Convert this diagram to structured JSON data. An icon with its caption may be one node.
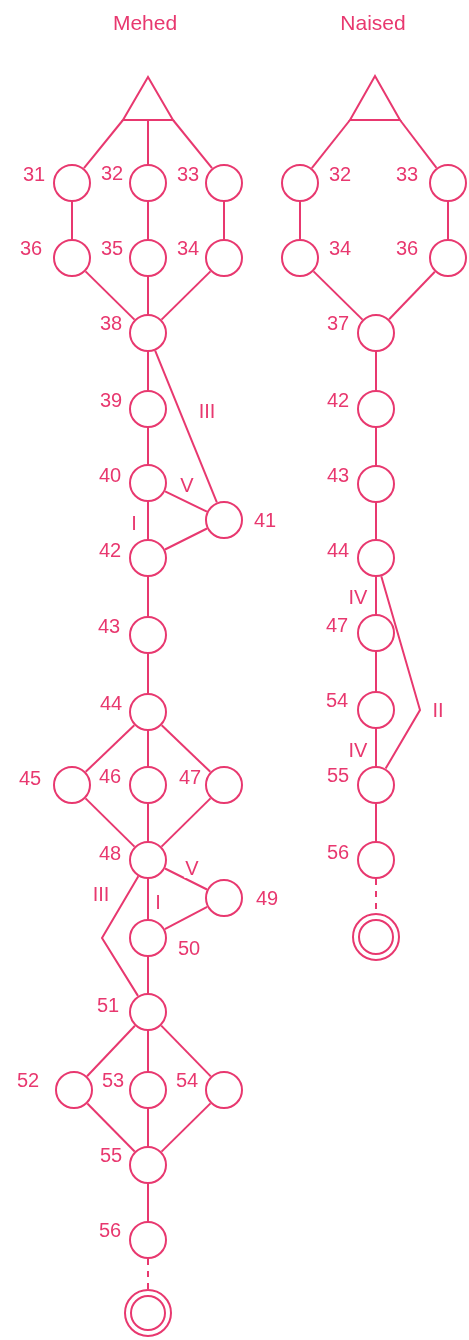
{
  "diagram": {
    "nodes": [
      {
        "text": [],
        "shape": "triangle"
      },
      {
        "text": [],
        "shape": "circle",
        "beside": [
          "31"
        ]
      },
      {
        "text": [],
        "shape": "circle",
        "beside": [
          "32"
        ]
      },
      {
        "text": [],
        "shape": "circle",
        "beside": [
          "33"
        ]
      },
      {
        "text": [],
        "shape": "circle",
        "beside": [
          "36"
        ]
      },
      {
        "text": [],
        "shape": "circle",
        "beside": [
          "35"
        ]
      },
      {
        "text": [],
        "shape": "circle",
        "beside": [
          "34"
        ]
      },
      {
        "text": [],
        "shape": "circle",
        "beside": [
          "38"
        ]
      },
      {
        "text": [],
        "shape": "circle",
        "beside": [
          "39"
        ]
      },
      {
        "text": [],
        "shape": "circle",
        "beside": [
          "40"
        ]
      },
      {
        "text": [],
        "shape": "circle",
        "beside": [
          "41"
        ]
      },
      {
        "text": [],
        "shape": "circle",
        "beside": [
          "42"
        ]
      },
      {
        "text": [],
        "shape": "circle",
        "beside": [
          "43"
        ]
      },
      {
        "text": [],
        "shape": "circle",
        "beside": [
          "44"
        ]
      },
      {
        "text": [],
        "shape": "circle",
        "beside": [
          "45"
        ]
      },
      {
        "text": [],
        "shape": "circle",
        "beside": [
          "46"
        ]
      },
      {
        "text": [],
        "shape": "circle",
        "beside": [
          "47"
        ]
      },
      {
        "text": [],
        "shape": "circle",
        "beside": [
          "48"
        ]
      },
      {
        "text": [],
        "shape": "circle",
        "beside": [
          "49"
        ]
      },
      {
        "text": [],
        "shape": "circle",
        "beside": [
          "50"
        ]
      },
      {
        "text": [],
        "shape": "circle",
        "beside": [
          "51"
        ]
      },
      {
        "text": [],
        "shape": "circle",
        "beside": [
          "52"
        ]
      },
      {
        "text": [],
        "shape": "circle",
        "beside": [
          "53"
        ]
      },
      {
        "text": [],
        "shape": "circle",
        "beside": [
          "54"
        ]
      },
      {
        "text": [],
        "shape": "circle",
        "beside": [
          "55"
        ]
      },
      {
        "text": [],
        "shape": "circle",
        "beside": [
          "56"
        ]
      },
      {
        "text": [],
        "shape": "double-circle"
      },
      {
        "text": [],
        "shape": "triangle"
      },
      {
        "text": [],
        "shape": "circle",
        "beside": [
          "32"
        ]
      },
      {
        "text": [],
        "shape": "circle",
        "beside": [
          "33"
        ]
      },
      {
        "text": [],
        "shape": "circle",
        "beside": [
          "34"
        ]
      },
      {
        "text": [],
        "shape": "circle",
        "beside": [
          "36"
        ]
      },
      {
        "text": [],
        "shape": "circle",
        "beside": [
          "37"
        ]
      },
      {
        "text": [],
        "shape": "circle",
        "beside": [
          "42"
        ]
      },
      {
        "text": [],
        "shape": "circle",
        "beside": [
          "43"
        ]
      },
      {
        "text": [],
        "shape": "circle",
        "beside": [
          "44"
        ]
      },
      {
        "text": [],
        "shape": "circle",
        "beside": [
          "47"
        ]
      },
      {
        "text": [],
        "shape": "circle",
        "beside": [
          "54"
        ]
      },
      {
        "text": [],
        "shape": "circle",
        "beside": [
          "55"
        ]
      },
      {
        "text": [],
        "shape": "circle",
        "beside": [
          "56"
        ]
      },
      {
        "text": [],
        "shape": "double-circle"
      }
    ],
    "edges": [
      {
        "from": 0,
        "to": 1,
        "arrow": "none"
      },
      {
        "from": 0,
        "to": 2,
        "arrow": "none"
      },
      {
        "from": 0,
        "to": 3,
        "arrow": "none"
      },
      {
        "from": 1,
        "to": 4,
        "arrow": "none"
      },
      {
        "from": 2,
        "to": 5,
        "arrow": "none"
      },
      {
        "from": 3,
        "to": 6,
        "arrow": "none"
      },
      {
        "from": 4,
        "to": 7,
        "arrow": "none"
      },
      {
        "from": 5,
        "to": 7,
        "arrow": "none"
      },
      {
        "from": 6,
        "to": 7,
        "arrow": "none"
      },
      {
        "from": 7,
        "to": 8,
        "arrow": "none"
      },
      {
        "from": 7,
        "to": 10,
        "arrow": "none",
        "label": "III"
      },
      {
        "from": 8,
        "to": 9,
        "arrow": "none"
      },
      {
        "from": 9,
        "to": 10,
        "arrow": "none",
        "label": "V"
      },
      {
        "from": 9,
        "to": 11,
        "arrow": "none",
        "label": "I"
      },
      {
        "from": 10,
        "to": 11,
        "arrow": "none"
      },
      {
        "from": 11,
        "to": 12,
        "arrow": "none"
      },
      {
        "from": 12,
        "to": 13,
        "arrow": "none"
      },
      {
        "from": 13,
        "to": 14,
        "arrow": "none"
      },
      {
        "from": 13,
        "to": 15,
        "arrow": "none"
      },
      {
        "from": 13,
        "to": 16,
        "arrow": "none"
      },
      {
        "from": 14,
        "to": 17,
        "arrow": "none"
      },
      {
        "from": 15,
        "to": 17,
        "arrow": "none"
      },
      {
        "from": 16,
        "to": 17,
        "arrow": "none"
      },
      {
        "from": 17,
        "to": 18,
        "arrow": "none",
        "label": "V"
      },
      {
        "from": 17,
        "to": 19,
        "arrow": "none",
        "label": "I"
      },
      {
        "from": 18,
        "to": 19,
        "arrow": "none"
      },
      {
        "from": 17,
        "to": 20,
        "arrow": "none",
        "label": "III"
      },
      {
        "from": 19,
        "to": 20,
        "arrow": "none"
      },
      {
        "from": 20,
        "to": 21,
        "arrow": "none"
      },
      {
        "from": 20,
        "to": 22,
        "arrow": "none"
      },
      {
        "from": 20,
        "to": 23,
        "arrow": "none"
      },
      {
        "from": 21,
        "to": 24,
        "arrow": "none"
      },
      {
        "from": 22,
        "to": 24,
        "arrow": "none"
      },
      {
        "from": 23,
        "to": 24,
        "arrow": "none"
      },
      {
        "from": 24,
        "to": 25,
        "arrow": "none"
      },
      {
        "from": 25,
        "to": 26,
        "arrow": "none",
        "style": "dashed"
      },
      {
        "from": 27,
        "to": 28,
        "arrow": "none"
      },
      {
        "from": 27,
        "to": 29,
        "arrow": "none"
      },
      {
        "from": 28,
        "to": 30,
        "arrow": "none"
      },
      {
        "from": 29,
        "to": 31,
        "arrow": "none"
      },
      {
        "from": 30,
        "to": 32,
        "arrow": "none"
      },
      {
        "from": 31,
        "to": 32,
        "arrow": "none"
      },
      {
        "from": 32,
        "to": 33,
        "arrow": "none"
      },
      {
        "from": 33,
        "to": 34,
        "arrow": "none"
      },
      {
        "from": 34,
        "to": 35,
        "arrow": "none"
      },
      {
        "from": 35,
        "to": 36,
        "arrow": "none",
        "label": "IV"
      },
      {
        "from": 36,
        "to": 37,
        "arrow": "none"
      },
      {
        "from": 37,
        "to": 38,
        "arrow": "none",
        "label": "IV"
      },
      {
        "from": 35,
        "to": 38,
        "arrow": "none",
        "label": "II"
      },
      {
        "from": 38,
        "to": 39,
        "arrow": "none"
      },
      {
        "from": 39,
        "to": 40,
        "arrow": "none",
        "style": "dashed"
      }
    ],
    "labels": [
      "Mehed",
      "Naised"
    ]
  }
}
